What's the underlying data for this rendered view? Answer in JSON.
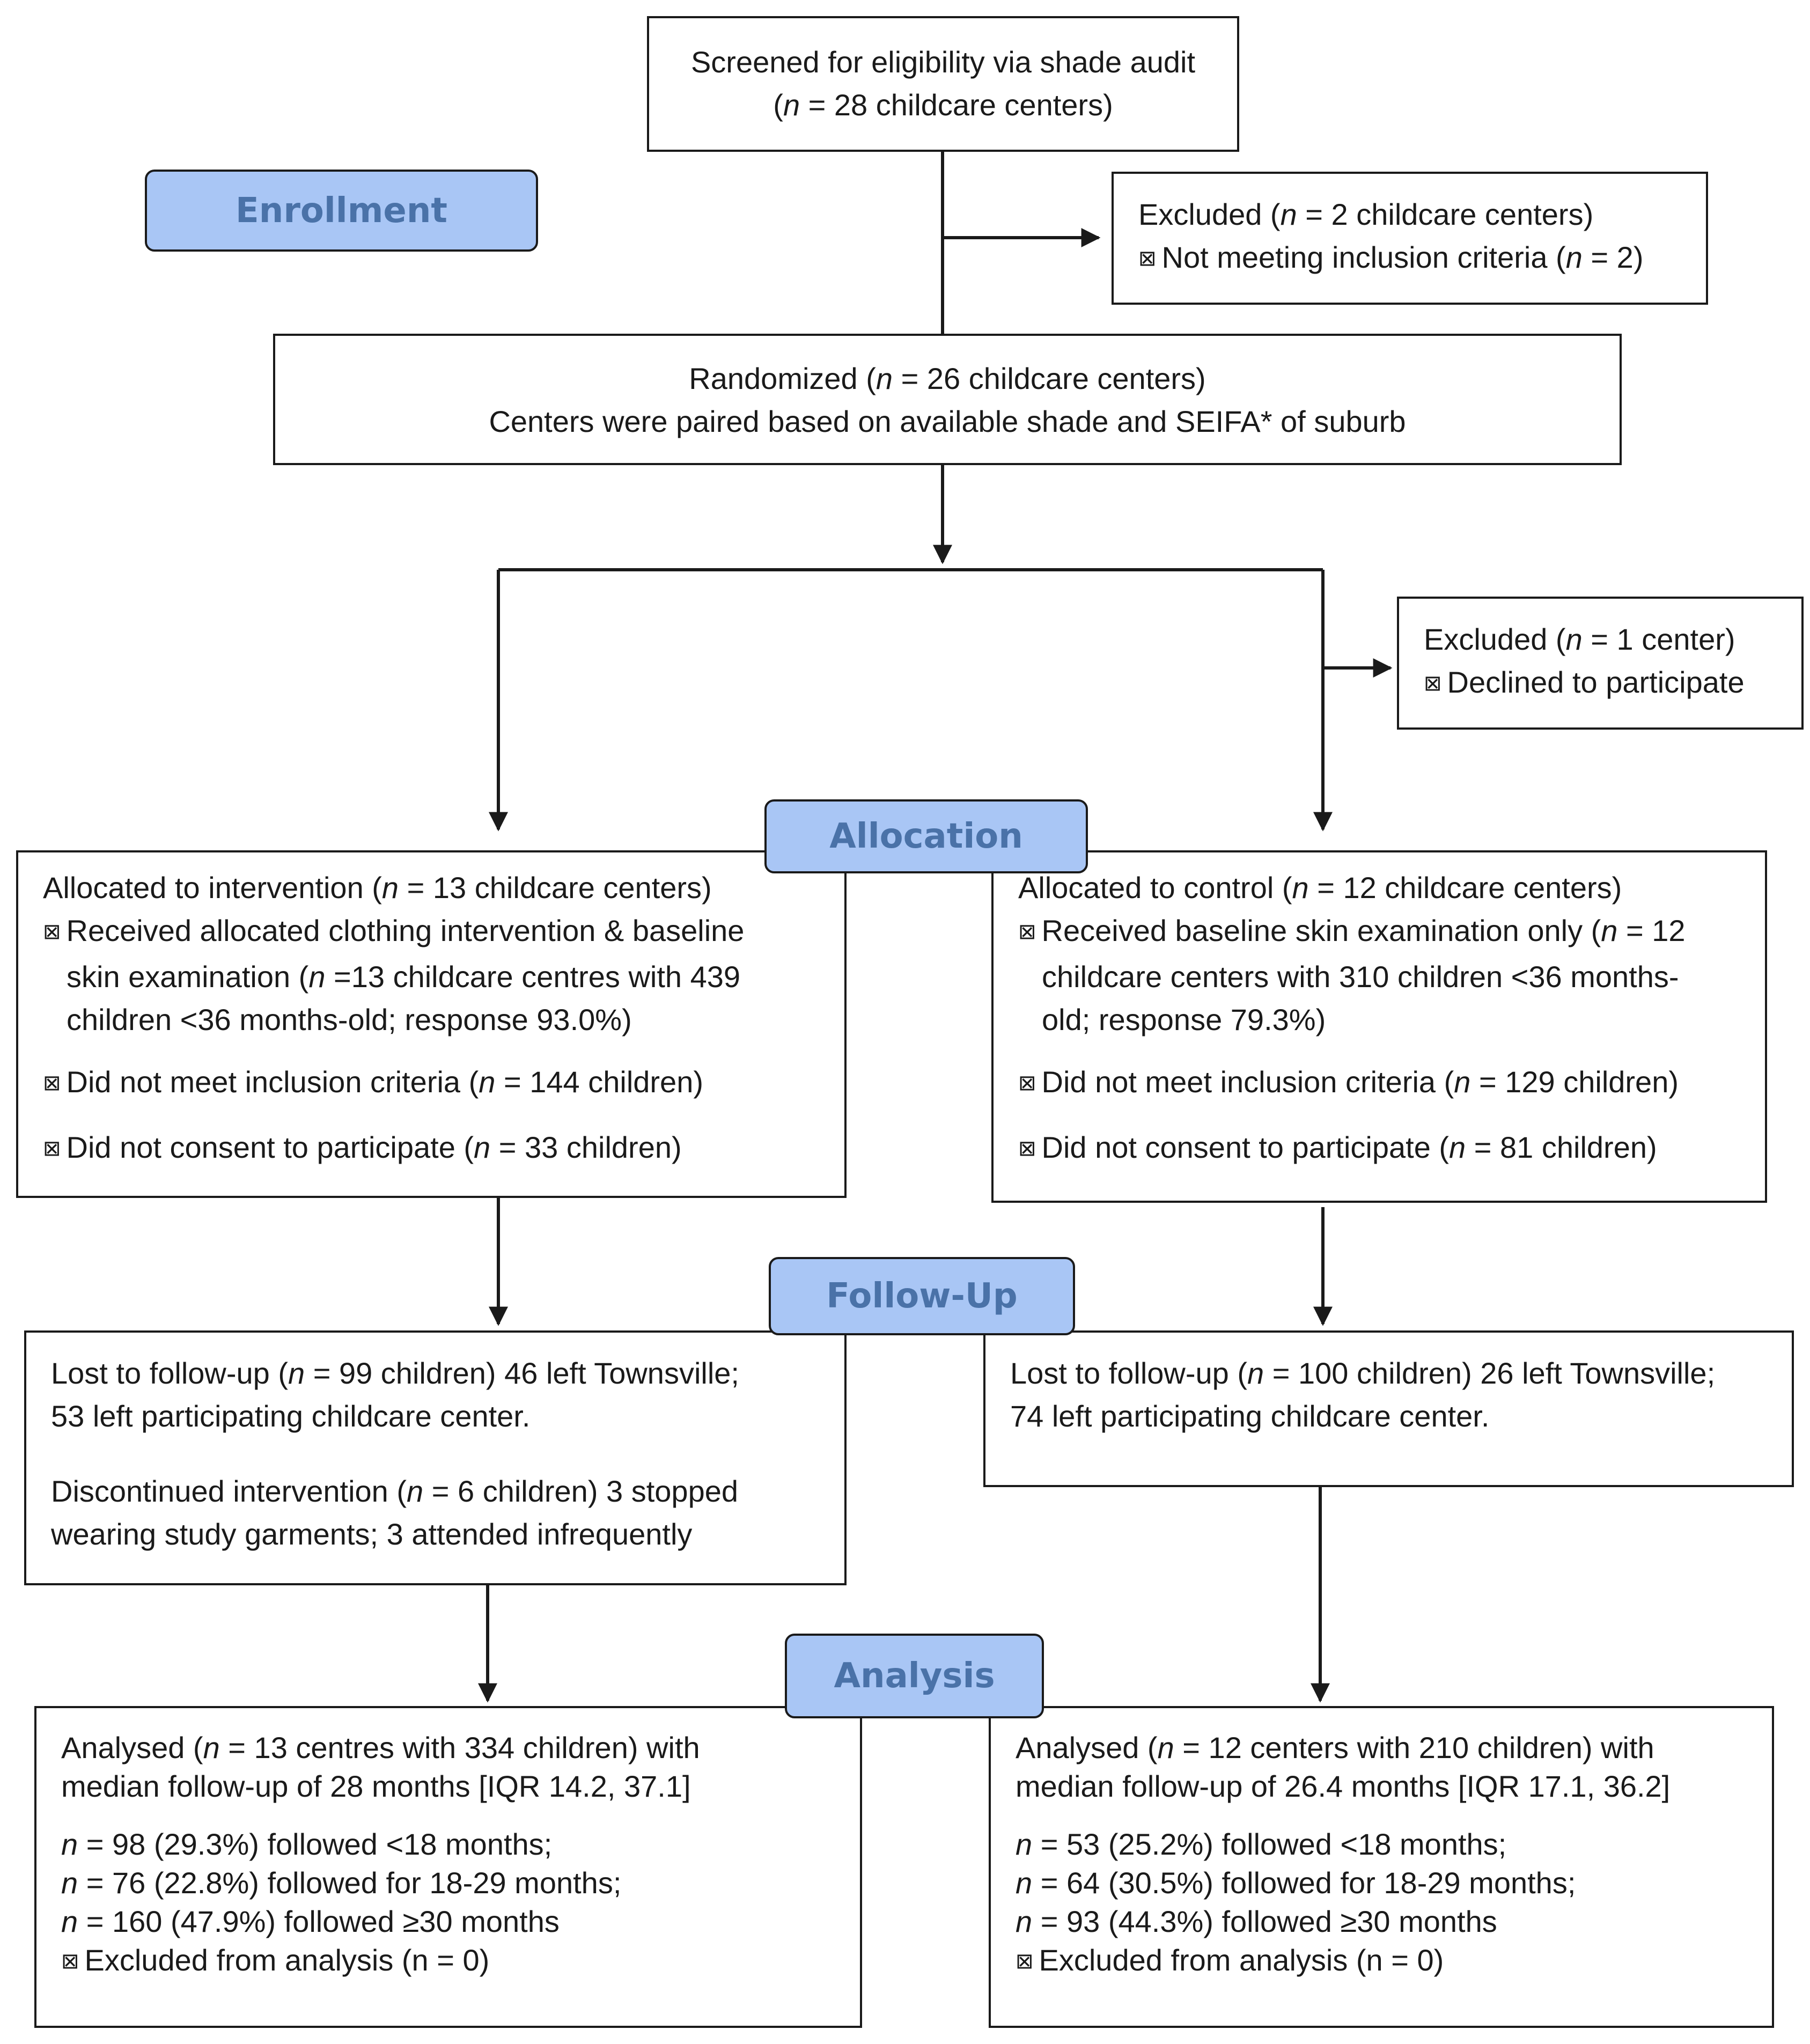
{
  "stages": {
    "enrollment": "Enrollment",
    "allocation": "Allocation",
    "follow_up": "Follow-Up",
    "analysis": "Analysis"
  },
  "bullet_glyph": "⊠",
  "screened": {
    "line1": "Screened for eligibility via shade audit",
    "line2_pre": "(",
    "line2_n": "n",
    "line2_post": " = 28 childcare centers)"
  },
  "excluded_top": {
    "line1_pre": "Excluded (",
    "line1_n": "n",
    "line1_post": " = 2 childcare centers)",
    "line2_pre": "Not meeting inclusion criteria (",
    "line2_n": "n",
    "line2_post": " = 2)"
  },
  "randomized": {
    "line1_pre": "Randomized (",
    "line1_n": "n",
    "line1_post": " = 26 childcare centers)",
    "line2": "Centers were paired based on available shade and SEIFA* of suburb"
  },
  "excluded_right": {
    "line1_pre": "Excluded (",
    "line1_n": "n",
    "line1_post": " = 1 center)",
    "line2": "Declined to participate"
  },
  "intervention": {
    "title_pre": "Allocated to intervention (",
    "title_n": "n",
    "title_post": " = 13 childcare centers)",
    "received_l1": "Received allocated clothing intervention & baseline",
    "received_l2": "skin examination (",
    "received_l2_n": "n",
    "received_l2_post": " =13 childcare centres with 439",
    "received_l3": "children <36 months-old; response 93.0%)",
    "inclusion_pre": "Did not meet inclusion criteria (",
    "inclusion_n": "n",
    "inclusion_post": " = 144 children)",
    "consent_pre": "Did not consent to participate (",
    "consent_n": "n",
    "consent_post": " = 33 children)"
  },
  "control": {
    "title_pre": "Allocated to control (",
    "title_n": "n",
    "title_post": " = 12 childcare centers)",
    "received_l1_pre": "Received baseline skin examination only (",
    "received_l1_n": "n",
    "received_l1_post": " = 12",
    "received_l2": "childcare centers with 310 children <36 months-",
    "received_l3": "old; response 79.3%)",
    "inclusion_pre": "Did not meet inclusion criteria (",
    "inclusion_n": "n",
    "inclusion_post": " = 129 children)",
    "consent_pre": "Did not consent to participate (",
    "consent_n": "n",
    "consent_post": " = 81 children)"
  },
  "followup_intervention": {
    "lost_l1_pre": "Lost to follow-up (",
    "lost_l1_n": "n",
    "lost_l1_post": " = 99 children) 46 left Townsville;",
    "lost_l2": "53 left participating childcare center.",
    "disc_l1_pre": "Discontinued intervention (",
    "disc_l1_n": "n",
    "disc_l1_post": " = 6 children) 3 stopped",
    "disc_l2": "wearing study garments; 3 attended infrequently"
  },
  "followup_control": {
    "lost_l1_pre": "Lost to follow-up (",
    "lost_l1_n": "n",
    "lost_l1_post": " = 100 children) 26 left Townsville;",
    "lost_l2": "74 left participating childcare center."
  },
  "analysis_intervention": {
    "l1_pre": "Analysed (",
    "l1_n": "n",
    "l1_post": " = 13 centres with 334 children) with",
    "l2": "median follow-up of 28 months [IQR 14.2, 37.1]",
    "f1_n": "n",
    "f1_post": " = 98 (29.3%) followed <18 months;",
    "f2_n": "n",
    "f2_post": " = 76 (22.8%) followed for 18-29 months;",
    "f3_n": "n",
    "f3_post": " = 160 (47.9%) followed ≥30 months",
    "excluded": "Excluded from analysis (n = 0)"
  },
  "analysis_control": {
    "l1_pre": "Analysed (",
    "l1_n": "n",
    "l1_post": " = 12 centers with 210 children) with",
    "l2": "median follow-up of 26.4 months [IQR 17.1, 36.2]",
    "f1_n": "n",
    "f1_post": " = 53 (25.2%) followed <18 months;",
    "f2_n": "n",
    "f2_post": " = 64 (30.5%) followed for 18-29 months;",
    "f3_n": "n",
    "f3_post": " = 93 (44.3%) followed ≥30 months",
    "excluded": "Excluded from analysis (n = 0)"
  }
}
